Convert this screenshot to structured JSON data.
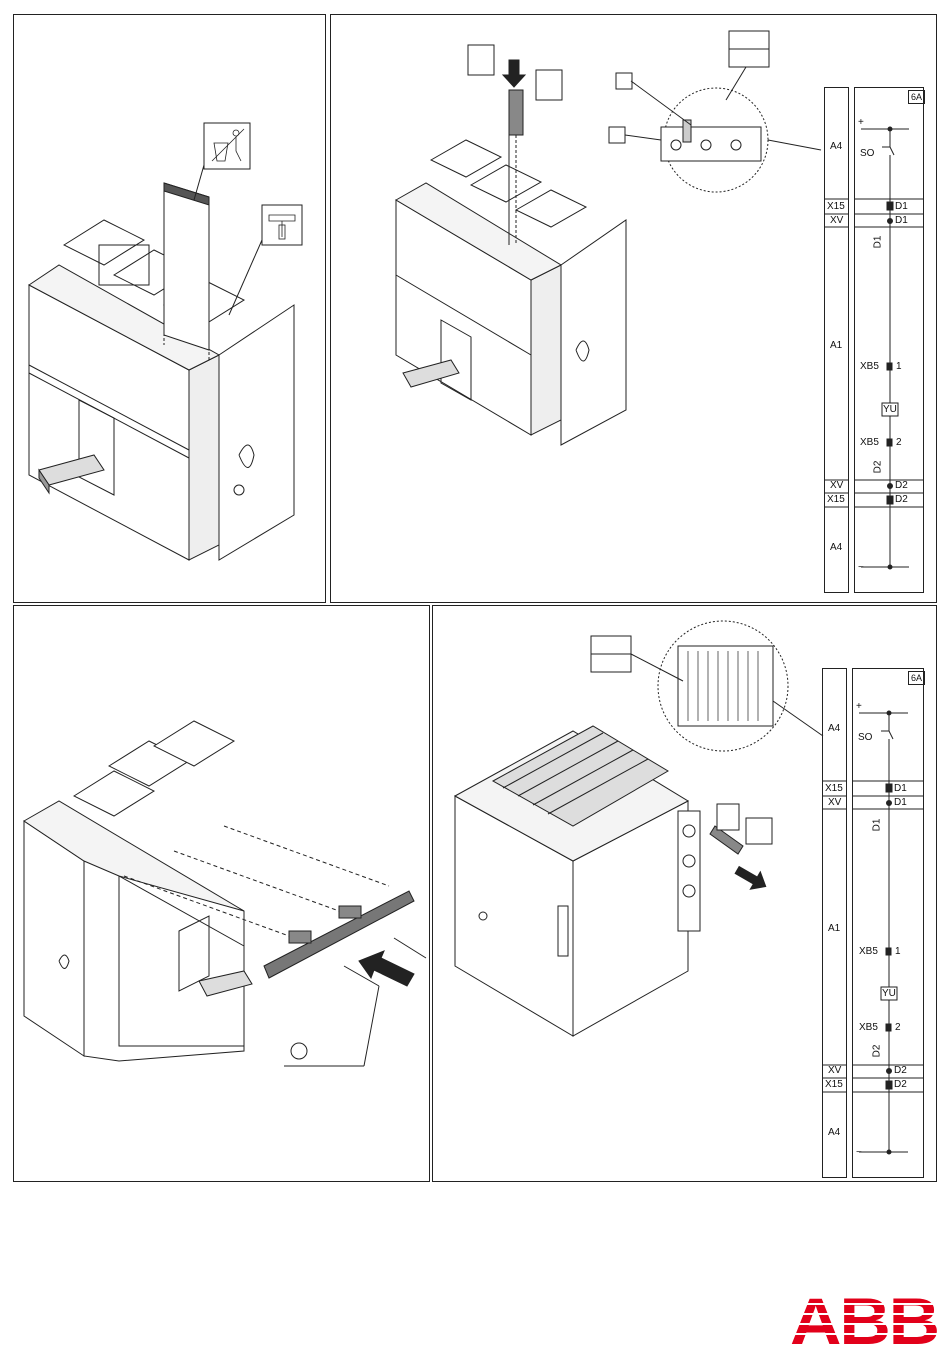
{
  "panels": {
    "p2": {
      "schematic": {
        "rating": "6A",
        "zones": [
          "A4",
          "X15",
          "XV",
          "A1",
          "XV",
          "X15",
          "A4"
        ],
        "labels": {
          "plus": "+",
          "minus": "−",
          "so": "SO",
          "d1": "D1",
          "d2": "D2",
          "xb5": "XB5",
          "pin1": "1",
          "pin2": "2",
          "yu": "YU"
        }
      }
    },
    "p4": {
      "schematic": {
        "rating": "6A",
        "zones": [
          "A4",
          "X15",
          "XV",
          "A1",
          "XV",
          "X15",
          "A4"
        ],
        "labels": {
          "plus": "+",
          "minus": "−",
          "so": "SO",
          "d1": "D1",
          "d2": "D2",
          "xb5": "XB5",
          "pin1": "1",
          "pin2": "2",
          "yu": "YU"
        }
      }
    }
  },
  "logo": {
    "text": "ABB",
    "color": "#e2001a"
  }
}
